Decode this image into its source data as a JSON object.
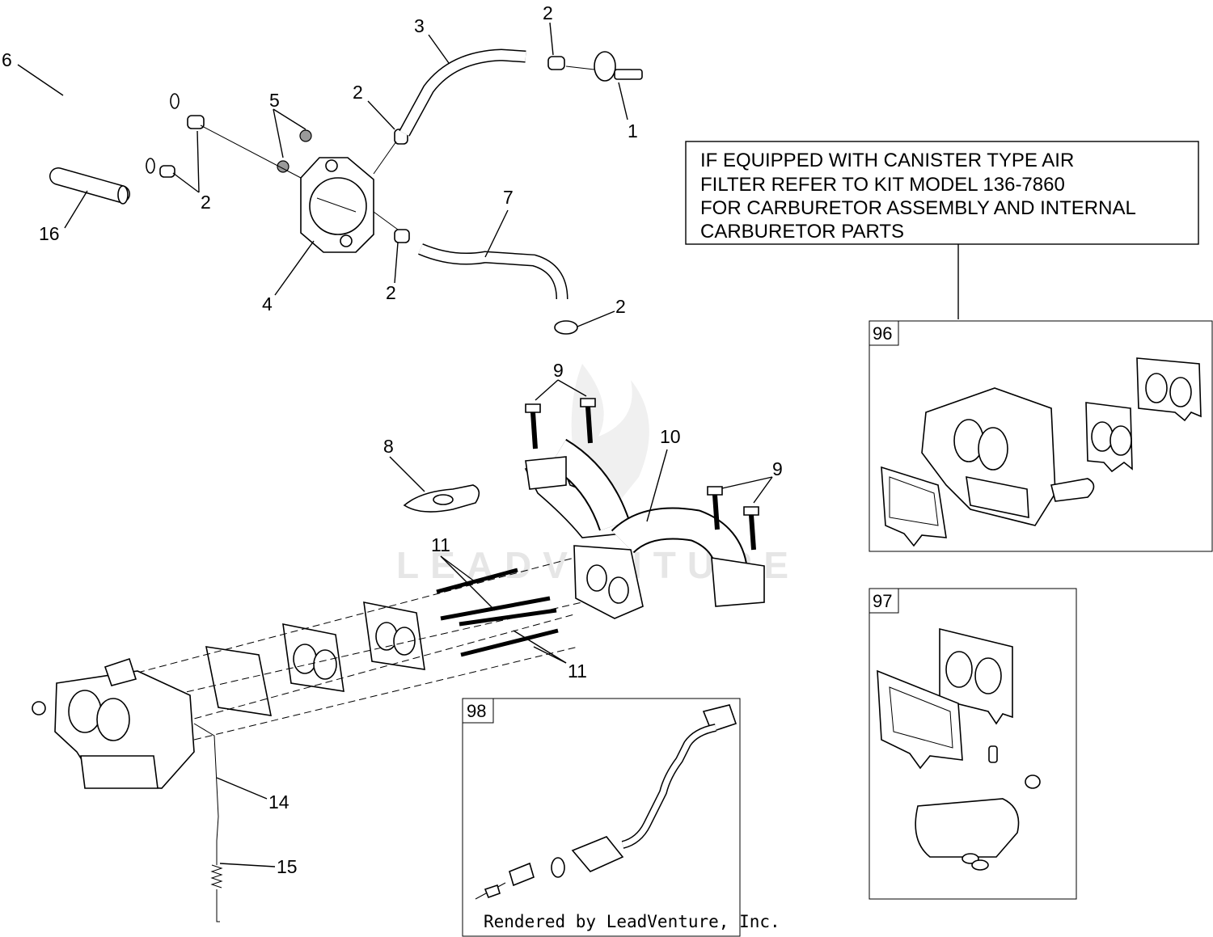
{
  "note": {
    "lines": [
      "IF EQUIPPED WITH  CANISTER TYPE AIR",
      "FILTER REFER TO KIT MODEL 136-7860",
      "FOR CARBURETOR ASSEMBLY AND INTERNAL",
      "CARBURETOR PARTS"
    ]
  },
  "kits": {
    "k96": "96",
    "k97": "97",
    "k98": "98"
  },
  "callouts": {
    "c1": "1",
    "c2a": "2",
    "c2b": "2",
    "c2c": "2",
    "c2d": "2",
    "c2e": "2",
    "c3": "3",
    "c4": "4",
    "c5": "5",
    "c6": "6",
    "c7": "7",
    "c8": "8",
    "c9a": "9",
    "c9b": "9",
    "c10": "10",
    "c11a": "11",
    "c11b": "11",
    "c14": "14",
    "c15": "15",
    "c16": "16"
  },
  "watermark": "LEADVENTURE",
  "credit": "Rendered by LeadVenture, Inc."
}
